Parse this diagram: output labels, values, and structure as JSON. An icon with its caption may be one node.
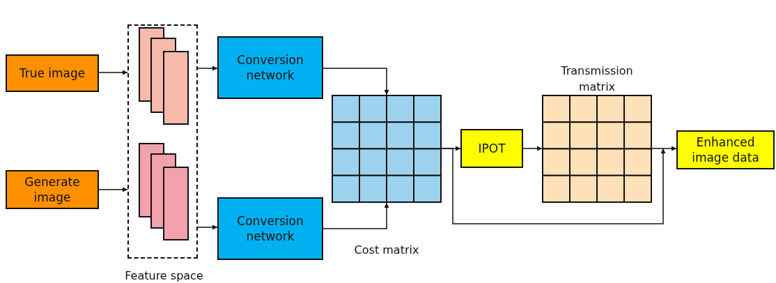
{
  "diagram": {
    "nodes": [
      {
        "text": [
          "True image"
        ]
      },
      {
        "text": [
          "Generate image"
        ]
      },
      {
        "text": [
          "Feature space"
        ]
      },
      {
        "text": [],
        "shape": "box",
        "in": 2
      },
      {
        "text": [],
        "shape": "box",
        "in": 2
      },
      {
        "text": [
          "Conversion network"
        ]
      },
      {
        "text": [
          "Conversion network"
        ]
      },
      {
        "text": [],
        "shape": "grid",
        "beside": [
          "Cost matrix"
        ]
      },
      {
        "text": [
          "IPOT"
        ]
      },
      {
        "text": [],
        "shape": "grid",
        "beside": [
          "Transmission matrix"
        ]
      },
      {
        "text": [
          "Enhanced image data"
        ]
      }
    ],
    "edges": [
      {
        "from": 0,
        "to": 2,
        "arrow": "to"
      },
      {
        "from": 1,
        "to": 2,
        "arrow": "to"
      },
      {
        "from": 2,
        "to": 5,
        "arrow": "to"
      },
      {
        "from": 2,
        "to": 6,
        "arrow": "to"
      },
      {
        "from": 5,
        "to": 7,
        "arrow": "to"
      },
      {
        "from": 6,
        "to": 7,
        "arrow": "to"
      },
      {
        "from": 7,
        "to": 8,
        "arrow": "to"
      },
      {
        "from": 8,
        "to": 9,
        "arrow": "to"
      },
      {
        "from": 9,
        "to": 10,
        "arrow": "to"
      },
      {
        "from": 7,
        "to": 10,
        "arrow": "to"
      }
    ]
  }
}
